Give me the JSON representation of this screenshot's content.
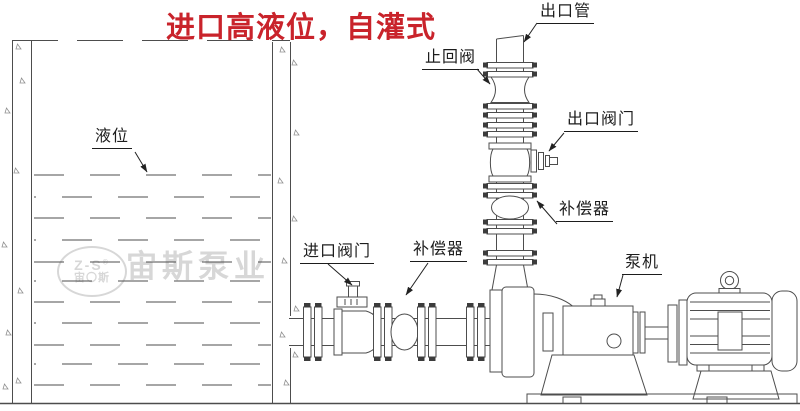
{
  "title": {
    "text": "进口高液位，自灌式"
  },
  "labels": {
    "liquid_level": "液位",
    "outlet_pipe": "出口管",
    "check_valve": "止回阀",
    "outlet_valve": "出口阀门",
    "compensator_discharge": "补偿器",
    "compensator_suction": "补偿器",
    "inlet_valve": "进口阀门",
    "pump_unit": "泵机"
  },
  "watermark": {
    "logo_line1": "Z-S",
    "logo_reg": "®",
    "logo_line2": "宙〇斯",
    "brand": "宙斯泵业"
  },
  "colors": {
    "line": "#4d4d4d",
    "accent_red": "#c9232b",
    "label": "#1d1d1d",
    "watermark": "#d7d7d7"
  }
}
